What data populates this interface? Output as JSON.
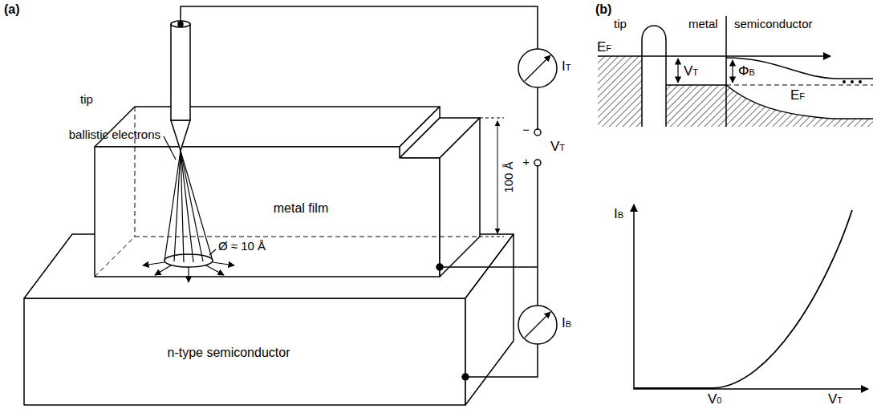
{
  "diagram": {
    "nodes": [
      {
        "text": [
          "metal film"
        ]
      },
      {
        "text": [
          "n-type semiconductor"
        ]
      }
    ],
    "labels": [
      "(a)",
      "tip",
      "ballistic electrons",
      "Ø ≈ 10 Å",
      "100 Å",
      "IT",
      "−",
      "VT",
      "+",
      "IB",
      "(b)",
      "tip",
      "metal",
      "semiconductor",
      "EF",
      "VT",
      "ΦB",
      "EF",
      "IB",
      "V0",
      "VT"
    ]
  }
}
